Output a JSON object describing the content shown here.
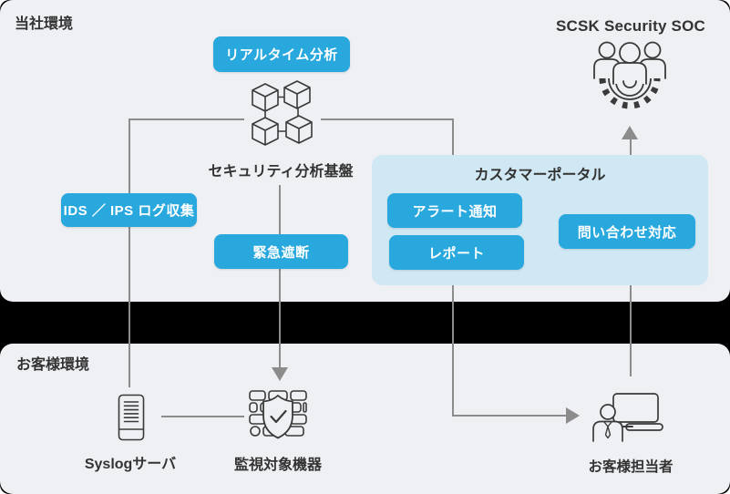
{
  "sections": {
    "company": {
      "label": "当社環境",
      "soc_title": "SCSK Security SOC",
      "platform_label": "セキュリティ分析基盤",
      "badges": {
        "realtime": "リアルタイム分析",
        "ids_ips": "IDS ／ IPS ログ収集",
        "emergency_block": "緊急遮断"
      },
      "portal": {
        "title": "カスタマーポータル",
        "badges": {
          "alert": "アラート通知",
          "report": "レポート",
          "inquiry": "問い合わせ対応"
        }
      }
    },
    "customer": {
      "label": "お客様環境",
      "syslog_label": "Syslogサーバ",
      "device_label": "監視対象機器",
      "person_label": "お客様担当者"
    }
  },
  "icons": {
    "platform": "cube-network-icon",
    "soc": "team-gear-icon",
    "syslog": "server-icon",
    "device": "firewall-shield-check-icon",
    "person": "person-laptop-icon"
  },
  "colors": {
    "badge_blue": "#29a8de",
    "portal_bg": "#cfe8f4",
    "panel_bg": "#eef0f3",
    "separator_band": "#000000",
    "connector_gray": "#8c8c8c",
    "text": "#333333",
    "badge_text": "#ffffff"
  }
}
